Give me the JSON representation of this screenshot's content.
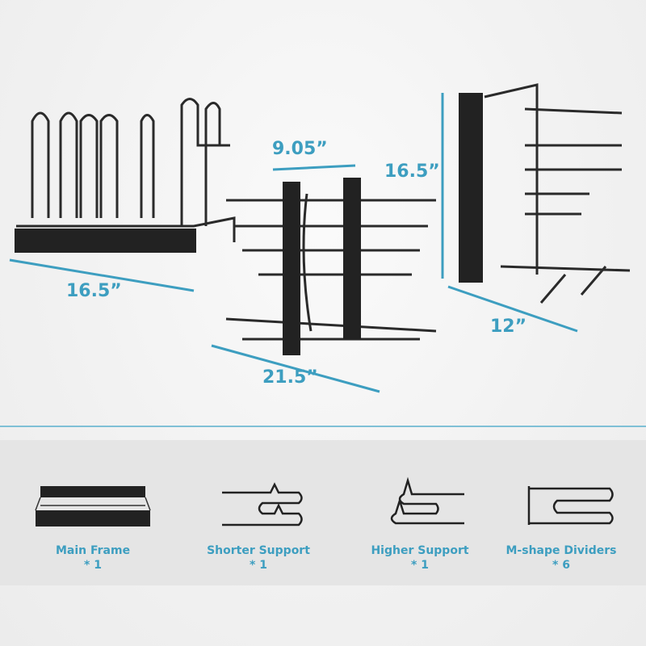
{
  "dimensions": {
    "frame_width": "16.5”",
    "frame_depth": "9.05”",
    "extended_length": "21.5”",
    "height": "16.5”",
    "vertical_depth": "12”"
  },
  "parts": [
    {
      "label": "Main Frame",
      "qty": "* 1"
    },
    {
      "label": "Shorter Support",
      "qty": "* 1"
    },
    {
      "label": "Higher Support",
      "qty": "* 1"
    },
    {
      "label": "M-shape Dividers",
      "qty": "* 6"
    }
  ],
  "colors": {
    "accent": "#3d9ec0",
    "metal": "#2a2a2a"
  }
}
